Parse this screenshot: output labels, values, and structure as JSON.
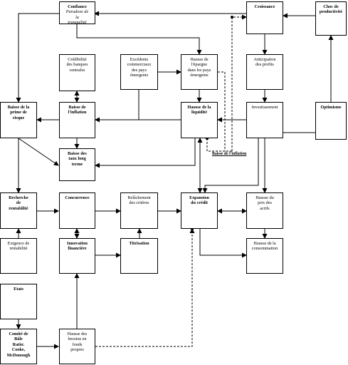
{
  "nodes": {
    "confiance": {
      "title": "Confiance",
      "subtitle": "Paradoxe de\nla\ntranquilité"
    },
    "croissance": {
      "title": "Croissance"
    },
    "choc": {
      "title": "Choc de\nproductivité"
    },
    "credibilite": {
      "title": "Crédibilité\ndes banques\ncentrales"
    },
    "exces": {
      "title": "Excédents\ncommerciaux\ndes pays\némergents"
    },
    "hausse_epargne": {
      "title": "Hausse de\nl'épargne\ndans les pays\némergents"
    },
    "anticipation": {
      "title": "Anticipation\ndes profits"
    },
    "baisse_prime": {
      "title": "Baisse de la\nprime de\nrisque"
    },
    "baisse_inflation": {
      "title": "Baisse de\nl'inflation"
    },
    "hausse_liquidite": {
      "title": "Hausse de la\nliquidité"
    },
    "investissement": {
      "title": "Investissement"
    },
    "optimisme": {
      "title": "Optimisme"
    },
    "baisse_taux": {
      "title": "Baisse des\ntaux long\nterme"
    },
    "recherche": {
      "title": "Recherche\nde\nrentabilité"
    },
    "concurrence": {
      "title": "Concurrence"
    },
    "relachement": {
      "title": "Relâchement\ndes critères"
    },
    "expansion": {
      "title": "Expansion\ndu crédit"
    },
    "hausse_prix": {
      "title": "Hausse du\nprix des\nactifs"
    },
    "exigence": {
      "title": "Exigence de\nrentabilité"
    },
    "innovation": {
      "title": "Innovation\nfinancière"
    },
    "titrisation": {
      "title": "Titrisation"
    },
    "hausse_conso": {
      "title": "Hausse de la\nconsommation"
    },
    "etats": {
      "title": "Etats"
    },
    "comite": {
      "title": "Comité de\nBâle\nRatio:\nCooke,\nMcDonough"
    },
    "hausse_besoins": {
      "title": "Hausse des\nbesoins en\nfonds\npropres"
    }
  },
  "labels": {
    "baisse_inflation_link": "Baisse de l'inflation"
  }
}
